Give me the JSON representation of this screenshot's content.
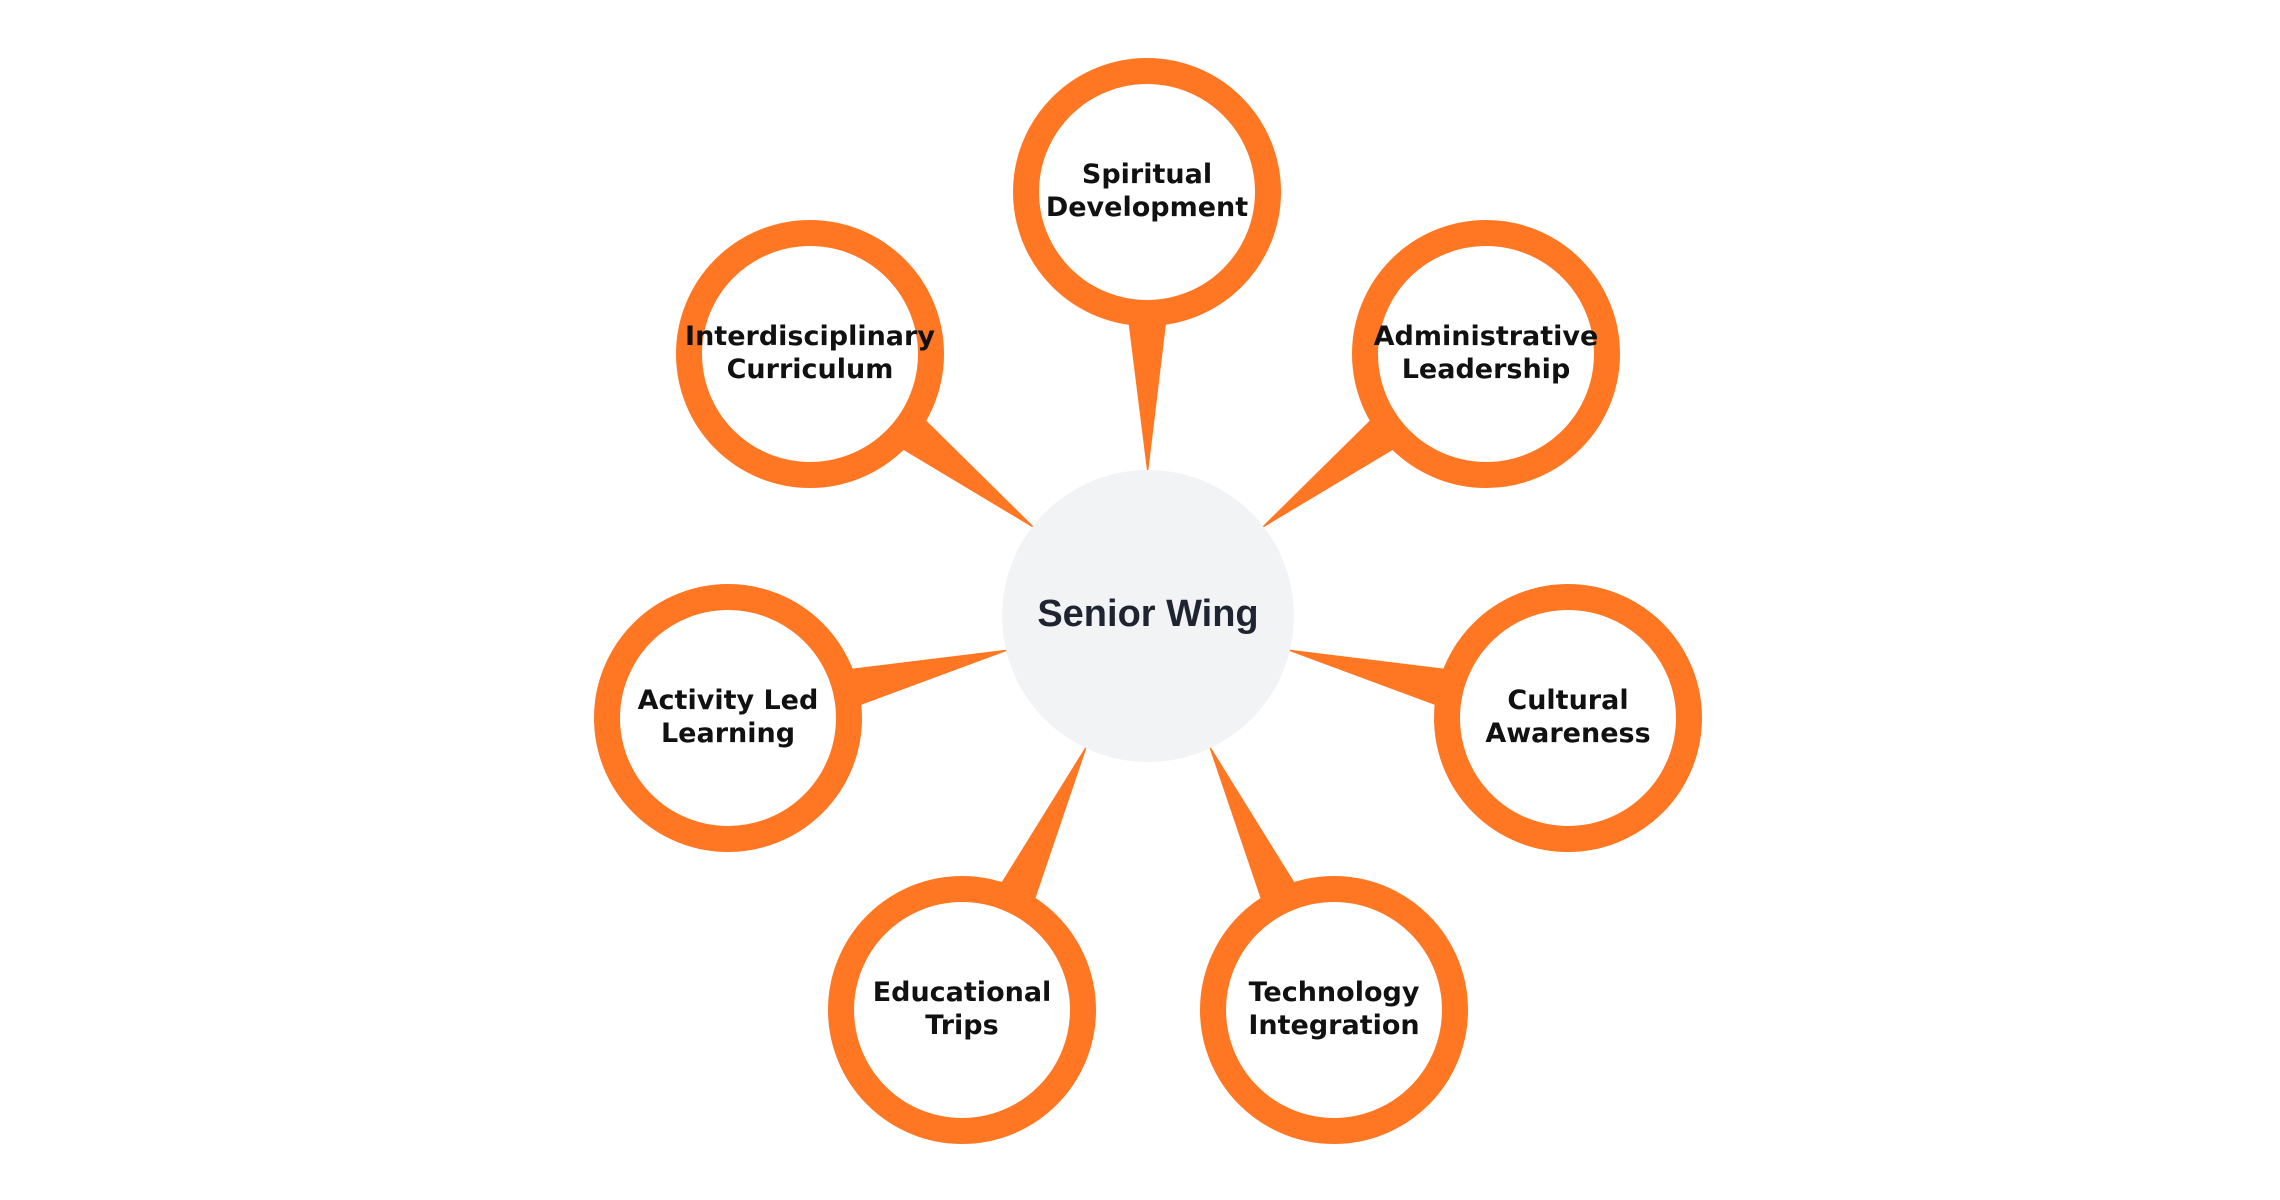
{
  "diagram": {
    "type": "hub-and-spoke",
    "center": {
      "label": "Senior Wing"
    },
    "nodes": [
      {
        "id": "spiritual-development",
        "lines": [
          "Spiritual",
          "Development"
        ]
      },
      {
        "id": "administrative-leadership",
        "lines": [
          "Administrative",
          "Leadership"
        ]
      },
      {
        "id": "cultural-awareness",
        "lines": [
          "Cultural",
          "Awareness"
        ]
      },
      {
        "id": "technology-integration",
        "lines": [
          "Technology",
          "Integration"
        ]
      },
      {
        "id": "educational-trips",
        "lines": [
          "Educational",
          "Trips"
        ]
      },
      {
        "id": "activity-led-learning",
        "lines": [
          "Activity Led",
          "Learning"
        ]
      },
      {
        "id": "interdisciplinary-curriculum",
        "lines": [
          "Interdisciplinary",
          "Curriculum"
        ]
      }
    ]
  },
  "colors": {
    "accent": "#FF7722",
    "center_fill": "#F2F3F5",
    "node_fill": "#FFFFFF",
    "text": "#111111"
  }
}
